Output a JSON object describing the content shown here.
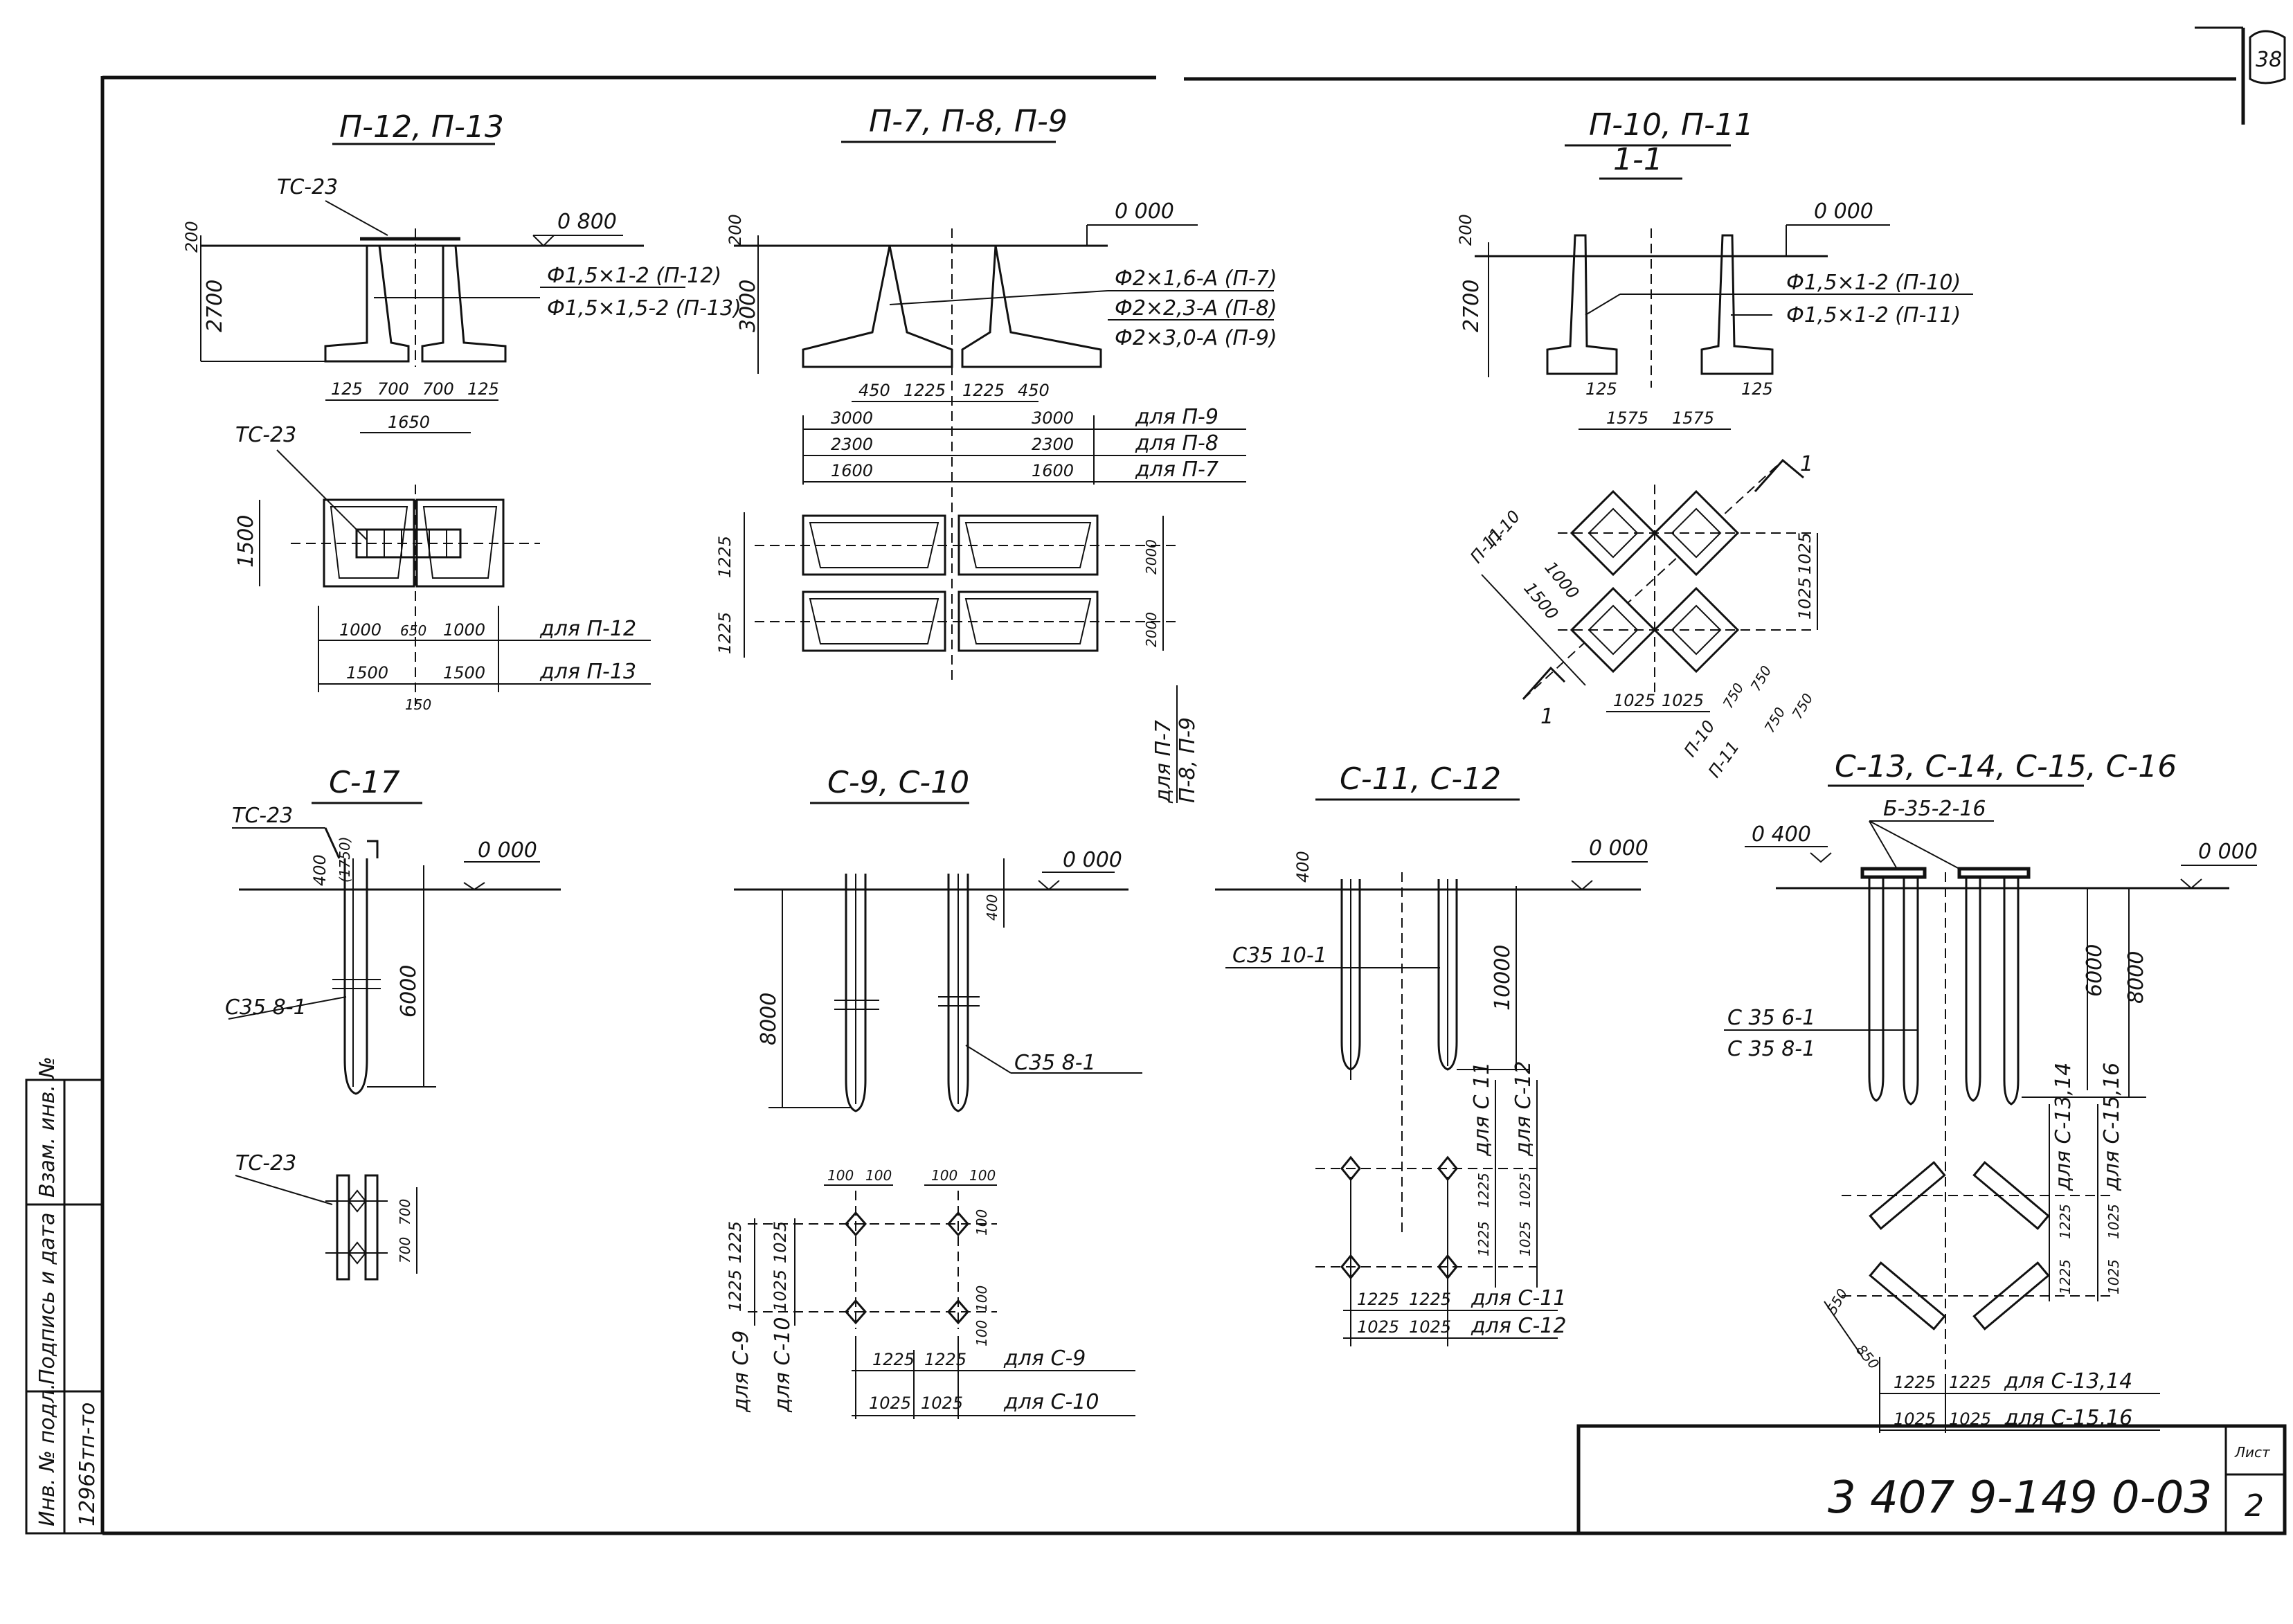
{
  "sheet": {
    "sheet_number_corner": "38",
    "code": "3 407 9-149 0-03",
    "list_label": "Лист",
    "list_number": "2",
    "side_stamp": {
      "inv_podl_label": "Инв. № подл.",
      "inv_podl_value": "12965тп-то",
      "podpis_label": "Подпись и дата",
      "vzam_label": "Взам. инв. №"
    }
  },
  "p12": {
    "title": "П-12, П-13",
    "tc": "ТС-23",
    "level": "0 800",
    "d200": "200",
    "d2700": "2700",
    "note1": "Ф1,5×1-2 (П-12)",
    "note2": "Ф1,5×1,5-2 (П-13)",
    "b125a": "125",
    "b700a": "700",
    "b700b": "700",
    "b125b": "125",
    "b1650": "1650",
    "plan_tc": "ТС-23",
    "d1500": "1500",
    "r1": [
      "1000",
      "650",
      "1000"
    ],
    "r1_label": "для П-12",
    "r2": [
      "1500",
      "1500"
    ],
    "r2_label": "для П-13",
    "d150": "150"
  },
  "p7": {
    "title": "П-7, П-8, П-9",
    "level": "0 000",
    "d200": "200",
    "d3000": "3000",
    "note1": "Ф2×1,6-А (П-7)",
    "note2": "Ф2×2,3-А (П-8)",
    "note3": "Ф2×3,0-А (П-9)",
    "b450a": "450",
    "b1225a": "1225",
    "b1225b": "1225",
    "b450b": "450",
    "rows": [
      {
        "a": "3000",
        "b": "3000",
        "label": "для П-9"
      },
      {
        "a": "2300",
        "b": "2300",
        "label": "для П-8"
      },
      {
        "a": "1600",
        "b": "1600",
        "label": "для П-7"
      }
    ],
    "l1225a": "1225",
    "l1225b": "1225",
    "r2000a": "2000",
    "r2000b": "2000",
    "vlabel1": "для П-7",
    "vlabel2": "П-8, П-9"
  },
  "p10": {
    "title": "П-10, П-11",
    "section": "1-1",
    "level": "0 000",
    "d200": "200",
    "d2700": "2700",
    "note1": "Ф1,5×1-2 (П-10)",
    "note2": "Ф1,5×1-2 (П-11)",
    "b125a": "125",
    "b125b": "125",
    "b1575a": "1575",
    "b1575b": "1575",
    "cut": "1",
    "pl_p10": "П-10",
    "pl_p11": "П-11",
    "pl_1000": "1000",
    "pl_1500": "1500",
    "pl_1025a": "1025",
    "pl_1025b": "1025",
    "pl_r1025a": "1025",
    "pl_r1025b": "1025",
    "pl_750a": "750",
    "pl_750b": "750",
    "pl_750c": "750",
    "pl_750d": "750",
    "pl_bp10": "П-10",
    "pl_bp11": "П-11"
  },
  "c17": {
    "title": "С-17",
    "tc": "ТС-23",
    "level": "0 000",
    "d400": "400",
    "d1750": "(1750)",
    "d6000": "6000",
    "pile": "С35 8-1",
    "plan_tc": "ТС-23",
    "d700a": "700",
    "d700b": "700"
  },
  "c9": {
    "title": "С-9, С-10",
    "level": "0 000",
    "d400": "400",
    "d8000": "8000",
    "pile": "С35 8-1",
    "t100a": "100",
    "t100b": "100",
    "t100c": "100",
    "t100d": "100",
    "l1225a": "1225",
    "l1225b": "1225",
    "l1025a": "1025",
    "l1025b": "1025",
    "vl1": "для С-9",
    "vl2": "для С-10",
    "r100a": "100",
    "r100b": "100",
    "r100c": "100",
    "row1": [
      "1225",
      "1225"
    ],
    "row1_label": "для С-9",
    "row2": [
      "1025",
      "1025"
    ],
    "row2_label": "для С-10"
  },
  "c11": {
    "title": "С-11, С-12",
    "level": "0 000",
    "d400": "400",
    "d10000": "10000",
    "pile": "С35 10-1",
    "v_c11": "для С 11",
    "v_c12": "для С-12",
    "v1225a": "1225",
    "v1025a": "1025",
    "v1225b": "1225",
    "v1025b": "1025",
    "row1": [
      "1225",
      "1225"
    ],
    "row1_label": "для С-11",
    "row2": [
      "1025",
      "1025"
    ],
    "row2_label": "для С-12"
  },
  "c13": {
    "title": "С-13, С-14, С-15, С-16",
    "beam": "Б-35-2-16",
    "level_left": "0 400",
    "level_right": "0 000",
    "d6000": "6000",
    "d8000": "8000",
    "pile1": "С 35 6-1",
    "pile2": "С 35 8-1",
    "v1": "для С-13,14",
    "v2": "для С-15,16",
    "v1225a": "1225",
    "v1025a": "1025",
    "v1225b": "1225",
    "v1025b": "1025",
    "diag550": "550",
    "diag850": "850",
    "row1": [
      "1225",
      "1225"
    ],
    "row1_label": "для С-13,14",
    "row2": [
      "1025",
      "1025"
    ],
    "row2_label": "для С-15,16"
  }
}
